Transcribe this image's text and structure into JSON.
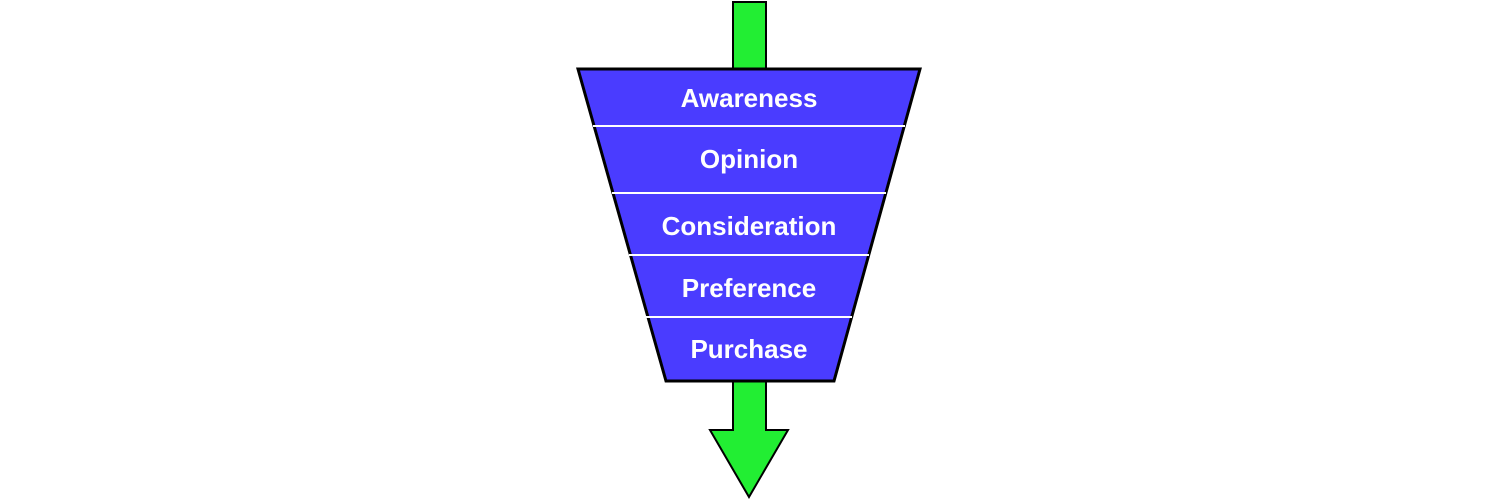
{
  "stages": [
    {
      "label": "Awareness"
    },
    {
      "label": "Opinion"
    },
    {
      "label": "Consideration"
    },
    {
      "label": "Preference"
    },
    {
      "label": "Purchase"
    }
  ],
  "colors": {
    "funnel_fill": "#4a3cff",
    "outline": "#000000",
    "divider": "#ffffff",
    "arrow_fill": "#22ee33",
    "label_text": "#ffffff"
  }
}
